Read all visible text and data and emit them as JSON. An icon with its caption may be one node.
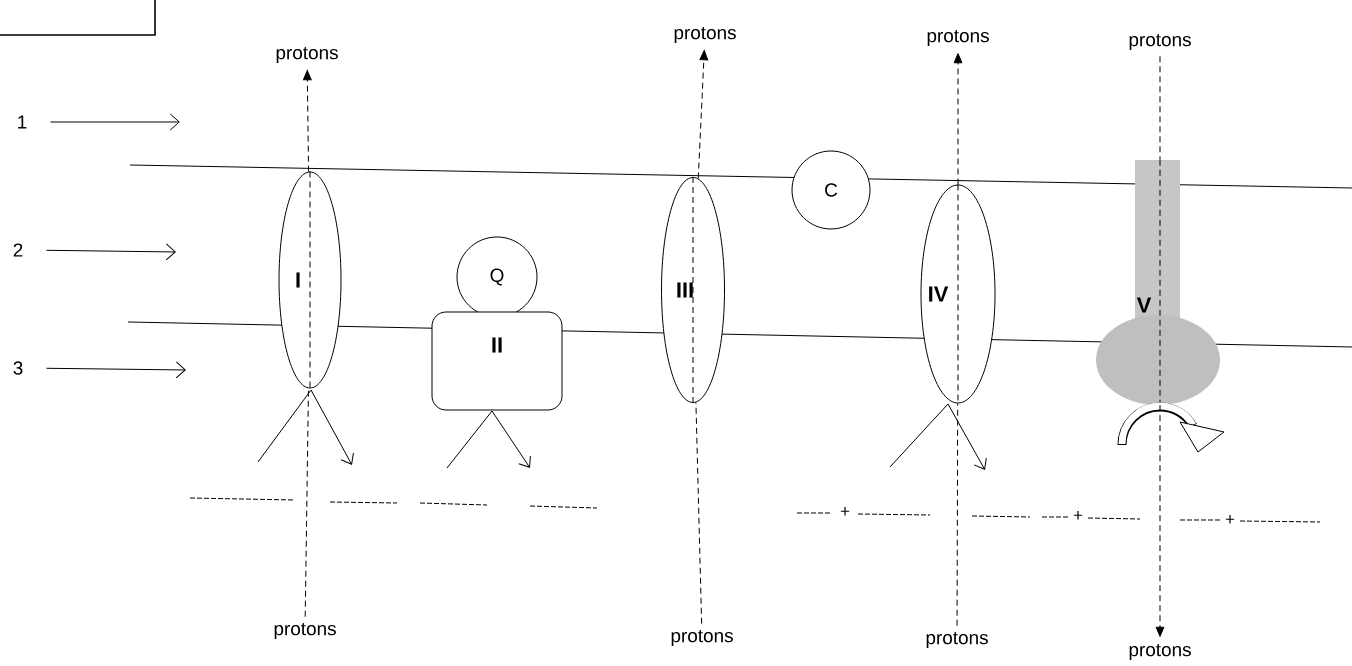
{
  "diagram": {
    "nodes": [
      {
        "text": [
          "1"
        ]
      },
      {
        "text": [
          "2"
        ]
      },
      {
        "text": [
          "3"
        ]
      },
      {
        "text": [
          "I"
        ]
      },
      {
        "text": [
          "Q"
        ]
      },
      {
        "text": [
          "II"
        ]
      },
      {
        "text": [
          "III"
        ]
      },
      {
        "text": [
          "C"
        ]
      },
      {
        "text": [
          "IV"
        ]
      },
      {
        "text": [
          "V"
        ]
      },
      {
        "text": [
          "protons"
        ]
      },
      {
        "text": [
          "protons"
        ]
      },
      {
        "text": [
          "protons"
        ]
      },
      {
        "text": [
          "protons"
        ]
      },
      {
        "text": [
          "protons"
        ]
      },
      {
        "text": [
          "protons"
        ]
      },
      {
        "text": [
          "protons"
        ]
      },
      {
        "text": [
          "protons"
        ]
      }
    ],
    "edges": [
      {
        "from": 0,
        "to": null,
        "arrow": "to"
      },
      {
        "from": 1,
        "to": null,
        "arrow": "to"
      },
      {
        "from": 2,
        "to": null,
        "arrow": "to"
      },
      {
        "from": 14,
        "to": 3,
        "arrow": "none",
        "style": "dashed"
      },
      {
        "from": 3,
        "to": 10,
        "arrow": "to",
        "style": "dashed"
      },
      {
        "from": 15,
        "to": 6,
        "arrow": "none",
        "style": "dashed"
      },
      {
        "from": 6,
        "to": 11,
        "arrow": "to",
        "style": "dashed"
      },
      {
        "from": 16,
        "to": 8,
        "arrow": "none",
        "style": "dashed"
      },
      {
        "from": 8,
        "to": 12,
        "arrow": "to",
        "style": "dashed"
      },
      {
        "from": 13,
        "to": 9,
        "arrow": "none",
        "style": "dashed"
      },
      {
        "from": 9,
        "to": 17,
        "arrow": "to",
        "style": "dashed"
      }
    ],
    "labels": [
      "+",
      "+",
      "+"
    ]
  }
}
